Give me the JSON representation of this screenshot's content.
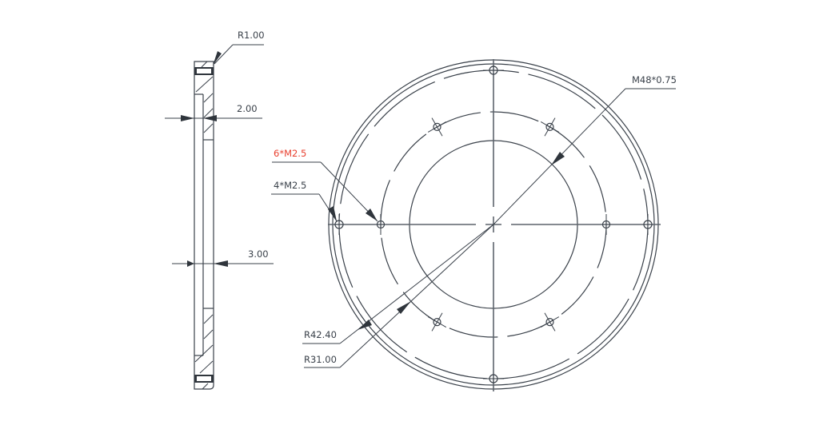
{
  "drawing": {
    "section_view": {
      "labels": {
        "corner_radius": "R1.00",
        "thickness_top": "2.00",
        "thickness_bottom": "3.00"
      }
    },
    "front_view": {
      "labels": {
        "thread": "M48*0.75",
        "holes_six": "6*M2.5",
        "holes_four": "4*M2.5",
        "radius_outer_pitch": "R42.40",
        "radius_inner_pitch": "R31.00"
      },
      "highlight_color": "#e8402f",
      "line_color": "#3a414a"
    }
  }
}
